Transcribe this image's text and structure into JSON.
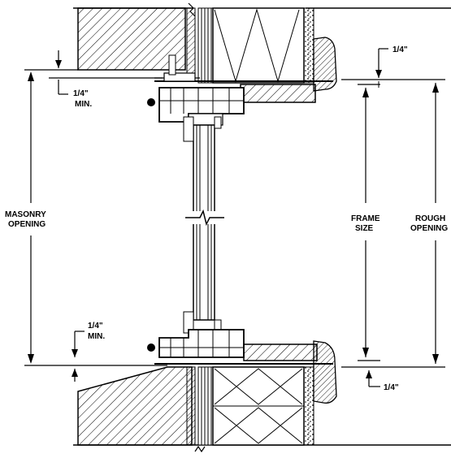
{
  "labels": {
    "masonry_opening": [
      "MASONRY",
      "OPENING"
    ],
    "frame_size": [
      "FRAME",
      "SIZE"
    ],
    "rough_opening": [
      "ROUGH",
      "OPENING"
    ],
    "top_right_gap": "1/4\"",
    "top_left_gap": [
      "1/4\"",
      "MIN."
    ],
    "bottom_left_gap": [
      "1/4\"",
      "MIN."
    ],
    "bottom_right_gap": "1/4\""
  }
}
